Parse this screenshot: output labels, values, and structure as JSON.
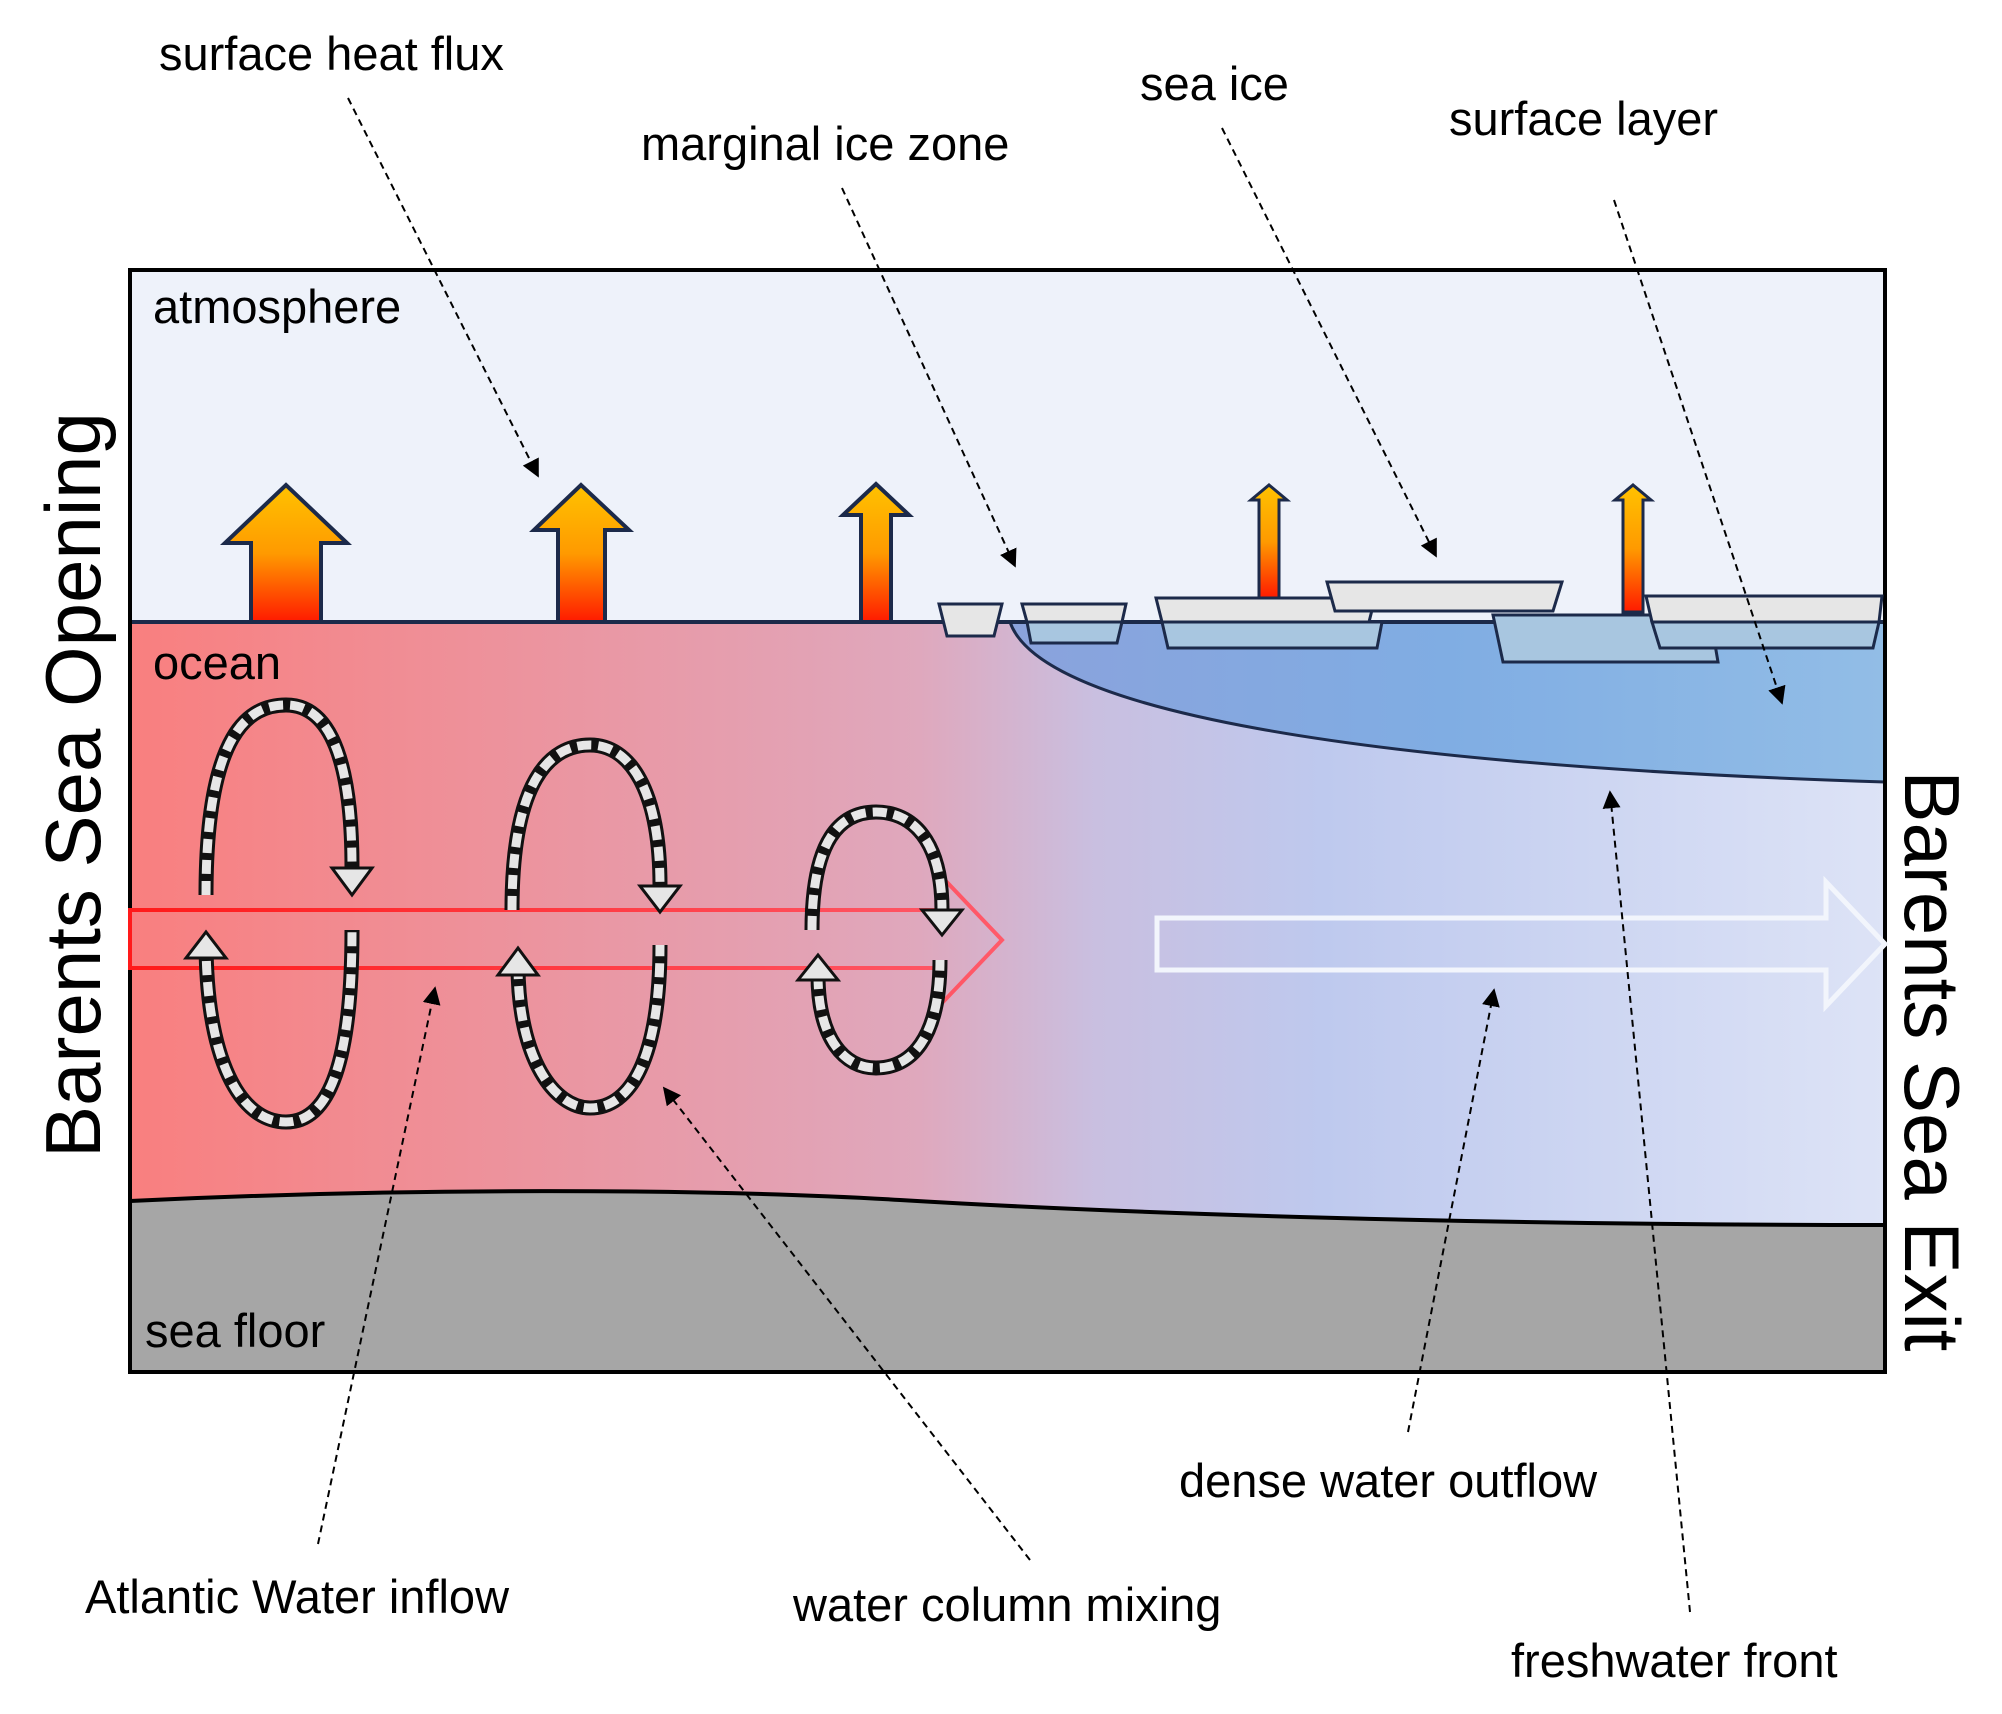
{
  "labels": {
    "surface_heat_flux": "surface heat flux",
    "marginal_ice_zone": "marginal ice zone",
    "sea_ice": "sea ice",
    "surface_layer": "surface layer",
    "atmosphere": "atmosphere",
    "ocean": "ocean",
    "sea_floor": "sea floor",
    "barents_sea_opening": "Barents Sea Opening",
    "barents_sea_exit": "Barents Sea Exit",
    "dense_water_outflow": "dense water outflow",
    "atlantic_water_inflow": "Atlantic Water inflow",
    "water_column_mixing": "water column mixing",
    "freshwater_front": "freshwater front"
  },
  "colors": {
    "atmosphere": "#eef2fa",
    "ocean_warm": "#f97f7f",
    "ocean_mid": "#c9bfe0",
    "ocean_cold": "#dde3f6",
    "surface_layer": "#8ab4e3",
    "sea_floor": "#a6a6a6",
    "inflow_arrow": "#ff1a1a",
    "heat_arrow_top": "#ffc200",
    "heat_arrow_bottom": "#ff1a00",
    "ice": "#e6e6e6",
    "outline": "#1c2a4a"
  }
}
